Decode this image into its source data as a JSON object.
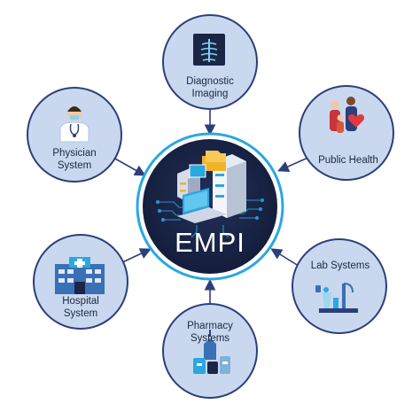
{
  "hub": {
    "label": "EMPI"
  },
  "nodes": [
    {
      "id": "diagnostic-imaging",
      "lines": [
        "Diagnostic",
        "Imaging"
      ],
      "icon": "xray-icon"
    },
    {
      "id": "public-health",
      "lines": [
        "Public Health"
      ],
      "icon": "family-heart-icon"
    },
    {
      "id": "lab-systems",
      "lines": [
        "Lab Systems"
      ],
      "icon": "lab-equipment-icon"
    },
    {
      "id": "pharmacy-systems",
      "lines": [
        "Pharmacy",
        "Systems"
      ],
      "icon": "pharmacy-icon"
    },
    {
      "id": "hospital-system",
      "lines": [
        "Hospital",
        "System"
      ],
      "icon": "hospital-building-icon"
    },
    {
      "id": "physician-system",
      "lines": [
        "Physician",
        "System"
      ],
      "icon": "doctor-icon"
    }
  ],
  "colors": {
    "node_fill": "#c9d8ee",
    "node_stroke": "#2c3f7a",
    "hub_fill": "#1b2647",
    "hub_ring": "#2aa8e0",
    "arrow": "#2c3f7a",
    "accent": "#3b6fb6"
  }
}
